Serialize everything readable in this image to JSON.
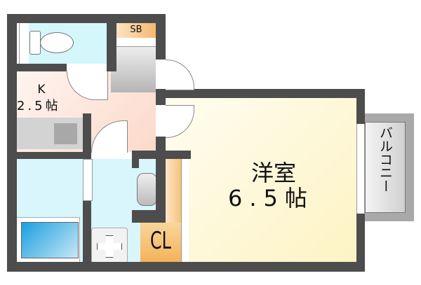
{
  "rooms": {
    "kitchen": {
      "name": "K",
      "size": "2.5帖"
    },
    "western_room": {
      "name": "洋室",
      "size": "6.5帖"
    },
    "shoe_box": {
      "name": "SB"
    },
    "closet": {
      "name": "CL"
    },
    "balcony": {
      "name": "バルコニー"
    }
  },
  "colors": {
    "wall": "#4d4d4d",
    "wet_area": "#d8f6fb",
    "kitchen": "#fde3d8",
    "western_room": "#fdf7cf",
    "storage": "#f7c98c",
    "balcony": "#a9a9a9"
  }
}
